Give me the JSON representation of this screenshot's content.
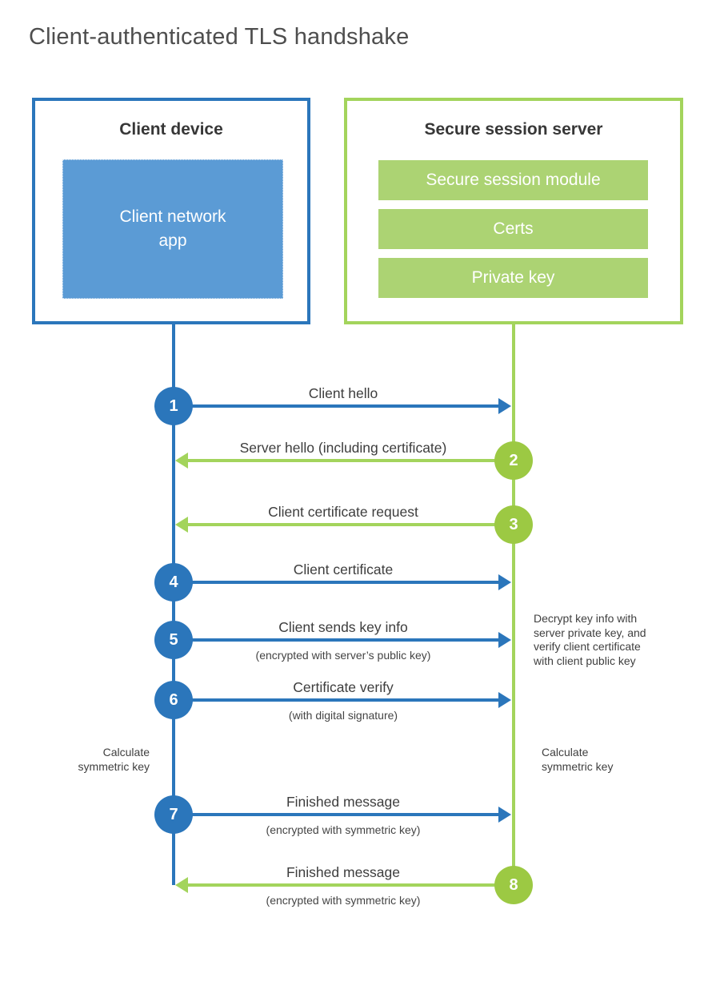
{
  "title": "Client-authenticated TLS handshake",
  "client": {
    "title": "Client device",
    "app_label": "Client network\napp"
  },
  "server": {
    "title": "Secure session server",
    "modules": [
      "Secure session module",
      "Certs",
      "Private key"
    ]
  },
  "steps": [
    {
      "num": "1",
      "label": "Client hello",
      "sublabel": "",
      "from": "client",
      "to": "server"
    },
    {
      "num": "2",
      "label": "Server hello (including certificate)",
      "sublabel": "",
      "from": "server",
      "to": "client"
    },
    {
      "num": "3",
      "label": "Client certificate request",
      "sublabel": "",
      "from": "server",
      "to": "client"
    },
    {
      "num": "4",
      "label": "Client certificate",
      "sublabel": "",
      "from": "client",
      "to": "server"
    },
    {
      "num": "5",
      "label": "Client sends key info",
      "sublabel": "(encrypted with server’s public key)",
      "from": "client",
      "to": "server"
    },
    {
      "num": "6",
      "label": "Certificate verify",
      "sublabel": "(with digital signature)",
      "from": "client",
      "to": "server"
    },
    {
      "num": "7",
      "label": "Finished message",
      "sublabel": "(encrypted with symmetric key)",
      "from": "client",
      "to": "server"
    },
    {
      "num": "8",
      "label": "Finished message",
      "sublabel": "(encrypted with symmetric key)",
      "from": "server",
      "to": "client"
    }
  ],
  "annotations": {
    "decrypt_note": "Decrypt key info with\nserver private key, and\nverify client certificate\nwith client public key",
    "calc_left": "Calculate\nsymmetric key",
    "calc_right": "Calculate\nsymmetric key"
  },
  "colors": {
    "blue_line": "#2b76bb",
    "blue_fill": "#5b9bd5",
    "green_line": "#a3d45c",
    "green_circle": "#9cc943",
    "green_bar": "#acd373",
    "title_text": "#4e4e4e",
    "label_text": "#3d3d3d"
  }
}
